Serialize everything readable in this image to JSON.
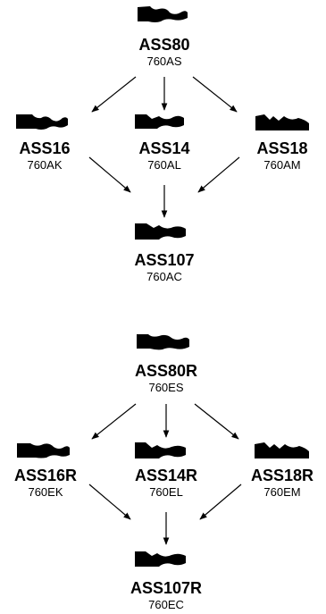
{
  "diagrams": [
    {
      "nodes": [
        {
          "name": "ASS80",
          "code": "760AS"
        },
        {
          "name": "ASS16",
          "code": "760AK"
        },
        {
          "name": "ASS14",
          "code": "760AL"
        },
        {
          "name": "ASS18",
          "code": "760AM"
        },
        {
          "name": "ASS107",
          "code": "760AC"
        }
      ]
    },
    {
      "nodes": [
        {
          "name": "ASS80R",
          "code": "760ES"
        },
        {
          "name": "ASS16R",
          "code": "760EK"
        },
        {
          "name": "ASS14R",
          "code": "760EL"
        },
        {
          "name": "ASS18R",
          "code": "760EM"
        },
        {
          "name": "ASS107R",
          "code": "760EC"
        }
      ]
    }
  ],
  "edges": [
    {
      "from": 0,
      "to": 1
    },
    {
      "from": 0,
      "to": 2
    },
    {
      "from": 0,
      "to": 3
    },
    {
      "from": 1,
      "to": 4
    },
    {
      "from": 2,
      "to": 4
    },
    {
      "from": 3,
      "to": 4
    }
  ],
  "colors": {
    "ink": "#000000",
    "background": "#ffffff"
  }
}
